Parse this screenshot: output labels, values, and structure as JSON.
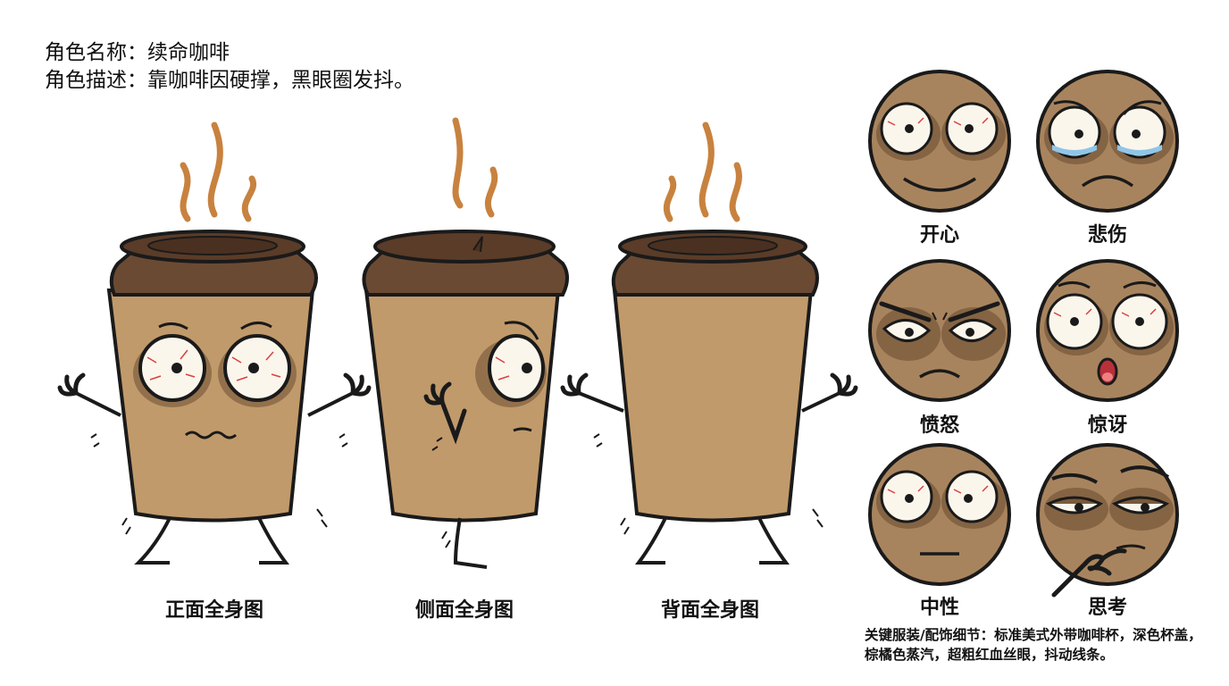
{
  "header": {
    "name_line": "角色名称：续命咖啡",
    "desc_line": "角色描述：靠咖啡因硬撑，黑眼圈发抖。"
  },
  "views": [
    {
      "label": "正面全身图"
    },
    {
      "label": "侧面全身图"
    },
    {
      "label": "背面全身图"
    }
  ],
  "expressions": [
    {
      "label": "开心"
    },
    {
      "label": "悲伤"
    },
    {
      "label": "愤怒"
    },
    {
      "label": "惊讶"
    },
    {
      "label": "中性"
    },
    {
      "label": "思考"
    }
  ],
  "details": "关键服装/配饰细节：标准美式外带咖啡杯，深色杯盖，棕橘色蒸汽，超粗红血丝眼，抖动线条。",
  "colors": {
    "cup": "#C19A6B",
    "lid": "#6B4A33",
    "steam": "#C8823F",
    "outline": "#1a1a1a",
    "eye_vein": "#D84040"
  }
}
